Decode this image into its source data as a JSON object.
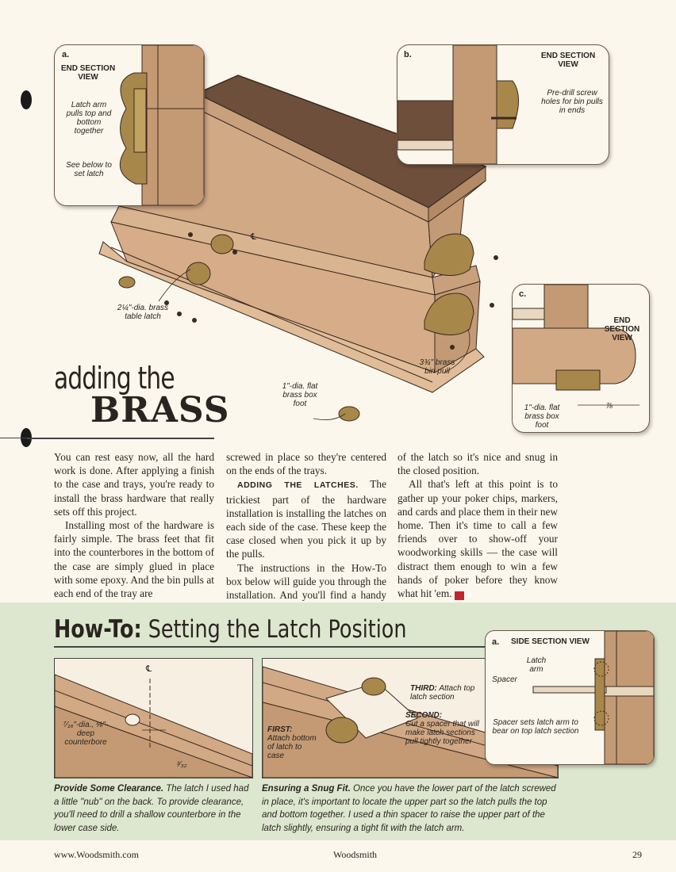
{
  "colors": {
    "wood": "#c49a74",
    "wood_dark": "#8a5a3a",
    "brass": "#a8874a",
    "howto_bg": "#dde7cf",
    "page": "#fbf7ec",
    "accent_red": "#c0262a"
  },
  "callout_a": {
    "letter": "a.",
    "title": "END SECTION VIEW",
    "note1": "Latch arm pulls top and bottom together",
    "note2": "See below to set latch"
  },
  "callout_b": {
    "letter": "b.",
    "title": "END SECTION VIEW",
    "note": "Pre-drill screw holes for bin pulls in ends"
  },
  "callout_c": {
    "letter": "c.",
    "title": "END SECTION VIEW",
    "foot_label": "1\"-dia. flat brass box foot",
    "dim": "⅞"
  },
  "main_labels": {
    "latch": "2¼\"-dia. brass table latch",
    "foot": "1\"-dia. flat brass box foot",
    "bin_pull": "3¾\" brass bin pull",
    "centerline": "℄"
  },
  "heading": {
    "line1": "adding the",
    "line2": "BRASS"
  },
  "article": {
    "col1_p1": "You can rest easy now, all the hard work is done. After applying a finish to the case and trays, you're ready to install the brass hardware that really sets off this project.",
    "col1_p2": "Installing most of the hardware is fairly simple. The brass feet that fit into the counterbores in the bottom of the case are simply glued in place with some epoxy. And the bin pulls at each end of the tray are",
    "col2_p1": "screwed in place so they're centered on the ends of the trays.",
    "col2_runin": "ADDING THE LATCHES.",
    "col2_p2": " The trickiest part of the hardware installation is installing the latches on each side of the case. These keep the case closed when you pick it up by the pulls.",
    "col2_p3": "The instructions in the How-To box below will guide you through the installation. And you'll find a handy tip for installing the top part",
    "col3_p1": "of the latch so it's nice and snug in the closed position.",
    "col3_p2": "All that's left at this point is to gather up your poker chips, markers, and cards and place them in their new home. Then it's time to call a few friends over to show-off your woodworking skills — the case will distract them enough to win a few hands of poker before they know what hit 'em.",
    "endmark": "W"
  },
  "howto": {
    "prefix": "How-To:",
    "title": "Setting the Latch Position",
    "panel1": {
      "counterbore": "⁷⁄₁₆\"-dia., ⅛\"-deep counterbore",
      "dim": "³⁄₃₂",
      "centerline": "℄",
      "caption_bold": "Provide Some Clearance.",
      "caption": " The latch I used had a little \"nub\" on the back. To provide clearance, you'll need to drill a shallow counterbore in the lower case side."
    },
    "panel2": {
      "first": "FIRST:",
      "first_text": "Attach bottom of latch to case",
      "second": "SECOND:",
      "second_text": "Cut a spacer that will make latch sections pull tightly together",
      "third": "THIRD:",
      "third_text": "Attach top latch section",
      "caption_bold": "Ensuring a Snug Fit.",
      "caption": " Once you have the lower part of the latch screwed in place, it's important to locate the upper part so the latch pulls the top and bottom together. I used a thin spacer to raise the upper part of the latch slightly, ensuring a tight fit with the latch arm."
    },
    "panel3": {
      "letter": "a.",
      "title": "SIDE SECTION VIEW",
      "latch_arm": "Latch arm",
      "spacer": "Spacer",
      "note": "Spacer sets latch arm to bear on top latch section"
    }
  },
  "footer": {
    "left": "www.Woodsmith.com",
    "center": "Woodsmith",
    "page": "29"
  }
}
